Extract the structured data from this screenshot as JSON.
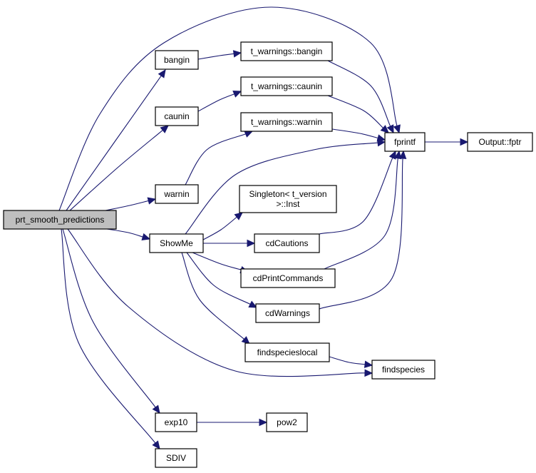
{
  "graph": {
    "nodes": {
      "prt_smooth_predictions": {
        "lines": [
          "prt_smooth_predictions"
        ]
      },
      "bangin": {
        "lines": [
          "bangin"
        ]
      },
      "caunin": {
        "lines": [
          "caunin"
        ]
      },
      "warnin": {
        "lines": [
          "warnin"
        ]
      },
      "showme": {
        "lines": [
          "ShowMe"
        ]
      },
      "exp10": {
        "lines": [
          "exp10"
        ]
      },
      "sdiv": {
        "lines": [
          "SDIV"
        ]
      },
      "tw_bangin": {
        "lines": [
          "t_warnings::bangin"
        ]
      },
      "tw_caunin": {
        "lines": [
          "t_warnings::caunin"
        ]
      },
      "tw_warnin": {
        "lines": [
          "t_warnings::warnin"
        ]
      },
      "singleton_inst": {
        "lines": [
          "Singleton< t_version",
          ">::Inst"
        ]
      },
      "cdcautions": {
        "lines": [
          "cdCautions"
        ]
      },
      "cdprintcommands": {
        "lines": [
          "cdPrintCommands"
        ]
      },
      "cdwarnings": {
        "lines": [
          "cdWarnings"
        ]
      },
      "findspecieslocal": {
        "lines": [
          "findspecieslocal"
        ]
      },
      "findspecies": {
        "lines": [
          "findspecies"
        ]
      },
      "pow2": {
        "lines": [
          "pow2"
        ]
      },
      "fprintf": {
        "lines": [
          "fprintf"
        ]
      },
      "output_fptr": {
        "lines": [
          "Output::fptr"
        ]
      }
    },
    "edges": [
      [
        "prt_smooth_predictions",
        "bangin"
      ],
      [
        "prt_smooth_predictions",
        "caunin"
      ],
      [
        "prt_smooth_predictions",
        "warnin"
      ],
      [
        "prt_smooth_predictions",
        "showme"
      ],
      [
        "prt_smooth_predictions",
        "fprintf"
      ],
      [
        "prt_smooth_predictions",
        "findspecies"
      ],
      [
        "prt_smooth_predictions",
        "exp10"
      ],
      [
        "prt_smooth_predictions",
        "sdiv"
      ],
      [
        "bangin",
        "tw_bangin"
      ],
      [
        "caunin",
        "tw_caunin"
      ],
      [
        "warnin",
        "tw_warnin"
      ],
      [
        "tw_bangin",
        "fprintf"
      ],
      [
        "tw_caunin",
        "fprintf"
      ],
      [
        "tw_warnin",
        "fprintf"
      ],
      [
        "showme",
        "fprintf"
      ],
      [
        "showme",
        "singleton_inst"
      ],
      [
        "showme",
        "cdcautions"
      ],
      [
        "showme",
        "cdprintcommands"
      ],
      [
        "showme",
        "cdwarnings"
      ],
      [
        "showme",
        "findspecieslocal"
      ],
      [
        "cdcautions",
        "fprintf"
      ],
      [
        "cdprintcommands",
        "fprintf"
      ],
      [
        "cdwarnings",
        "fprintf"
      ],
      [
        "findspecieslocal",
        "findspecies"
      ],
      [
        "exp10",
        "pow2"
      ],
      [
        "fprintf",
        "output_fptr"
      ]
    ]
  }
}
